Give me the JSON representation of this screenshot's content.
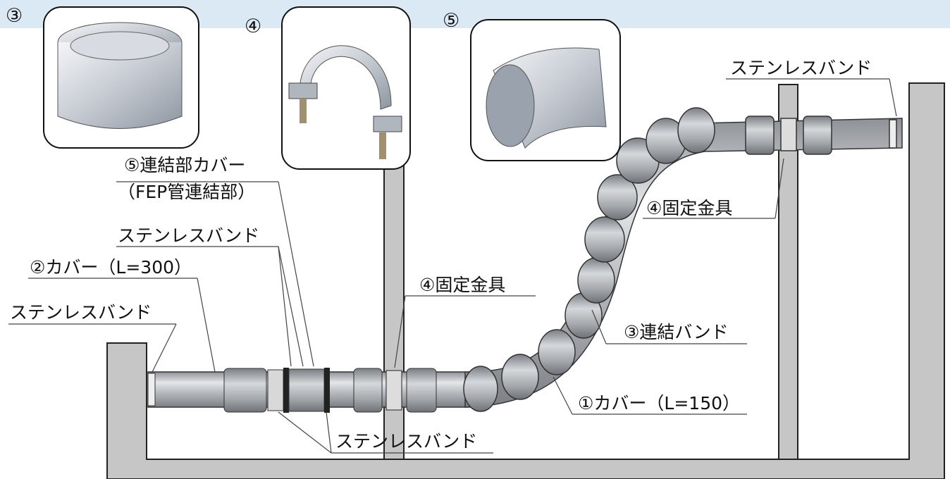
{
  "insets": [
    {
      "marker": "③",
      "part": "連結バンド"
    },
    {
      "marker": "④",
      "part": "固定金具"
    },
    {
      "marker": "⑤",
      "part": "連結部カバー"
    }
  ],
  "labels": {
    "sus_band_top_right": "ステンレスバンド",
    "cover_joint_1": "⑤連結部カバー",
    "cover_joint_2": "（FEP管連結部）",
    "sus_band_mid_left": "ステンレスバンド",
    "cover_300": "②カバー（L=300）",
    "sus_band_left": "ステンレスバンド",
    "fixing_left": "④固定金具",
    "fixing_right": "④固定金具",
    "coupling_band": "③連結バンド",
    "cover_150": "①カバー（L=150）",
    "sus_band_bottom": "ステンレスバンド"
  },
  "colors": {
    "header_band": "#dbe9f4",
    "wall": "#c6c6c6",
    "pipe": "#b9bcc0",
    "outline": "#222222"
  }
}
